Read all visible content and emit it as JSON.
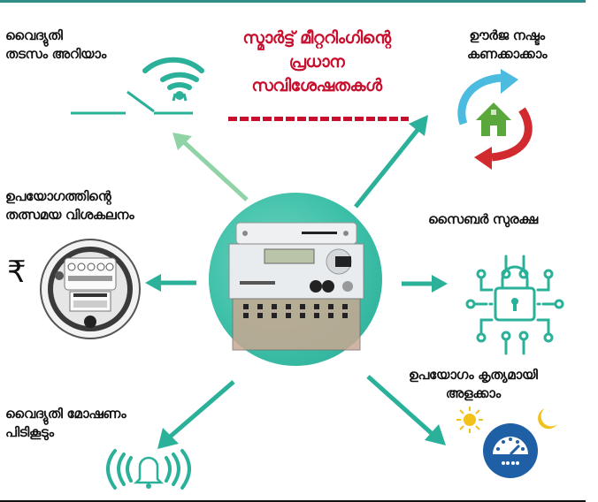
{
  "title": {
    "lines": [
      "സ്മാർട്ട് മീറ്ററിംഗിന്റെ",
      "പ്രധാന",
      "സവിശേഷതകൾ"
    ],
    "color": "#c8102e"
  },
  "features": {
    "outage_detection": {
      "lines": [
        "വൈദ്യുതി",
        "തടസം അറിയാം"
      ],
      "icon": "wifi-switch-icon"
    },
    "energy_loss": {
      "lines": [
        "ഊർജ നഷ്ടം",
        "കണക്കാക്കാം"
      ],
      "icon": "cycle-house-icon"
    },
    "realtime_analysis": {
      "lines": [
        "ഉപയോഗത്തിന്റെ",
        "തത്സമയ വിശകലനം"
      ],
      "icon": "rupee-meter-icon",
      "rupee": "₹"
    },
    "cyber_security": {
      "lines": [
        "സൈബർ സുരക്ഷ"
      ],
      "icon": "circuit-lock-icon"
    },
    "theft_detection": {
      "lines": [
        "വൈദ്യുതി മോഷണം",
        "പിടികൂടും"
      ],
      "icon": "alarm-bell-icon"
    },
    "accurate_measurement": {
      "lines": [
        "ഉപയോഗം കൃത്യമായി",
        "അളക്കാം"
      ],
      "icon": "gauge-day-night-icon"
    }
  },
  "colors": {
    "teal": "#2bb09a",
    "arrow_light_green": "#8fd3a6",
    "red": "#c8102e",
    "blue_gauge": "#1f5fa6",
    "house_green": "#5aa83c",
    "cycle_blue": "#4bbbe0",
    "cycle_red": "#d12a2f",
    "sun_moon": "#f2c21b"
  }
}
